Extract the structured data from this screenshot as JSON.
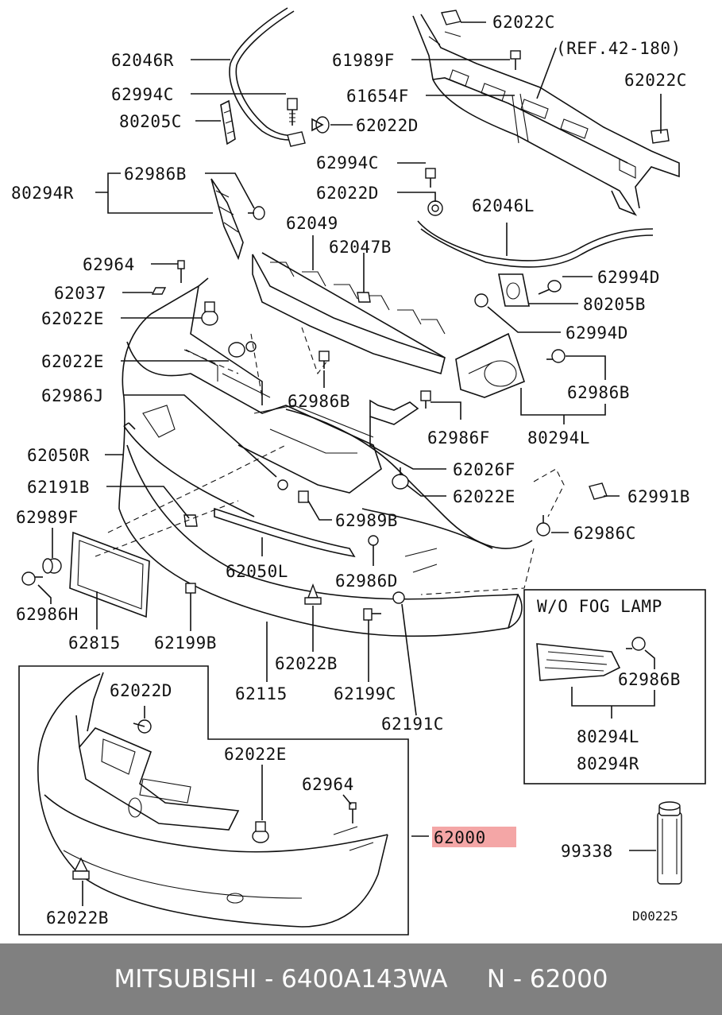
{
  "labels": {
    "l62022C_top": "62022C",
    "lref": "(REF.42-180)",
    "l62046R": "62046R",
    "l61989F": "61989F",
    "l62994C_a": "62994C",
    "l61654F": "61654F",
    "l62022C_r": "62022C",
    "l80205C": "80205C",
    "l62022D_a": "62022D",
    "l62994C_b": "62994C",
    "l62986B_a": "62986B",
    "l80294R": "80294R",
    "l62022D_b": "62022D",
    "l62046L": "62046L",
    "l62049": "62049",
    "l62047B": "62047B",
    "l62964_a": "62964",
    "l62994D_a": "62994D",
    "l62037": "62037",
    "l80205B": "80205B",
    "l62022E_a": "62022E",
    "l62994D_b": "62994D",
    "l62022E_b": "62022E",
    "l62986B_b": "62986B",
    "l62986B_c": "62986B",
    "l62986J": "62986J",
    "l62986F": "62986F",
    "l80294L_a": "80294L",
    "l62050R": "62050R",
    "l62026F": "62026F",
    "l62191B": "62191B",
    "l62022E_c": "62022E",
    "l62991B": "62991B",
    "l62989F": "62989F",
    "l62989B": "62989B",
    "l62986C": "62986C",
    "l62050L": "62050L",
    "l62986D": "62986D",
    "l62986H": "62986H",
    "l62815": "62815",
    "l62199B": "62199B",
    "l62022B_a": "62022B",
    "l62115": "62115",
    "l62199C": "62199C",
    "l62191C": "62191C",
    "l62022D_c": "62022D",
    "l62022E_d": "62022E",
    "l62964_b": "62964",
    "l62000": "62000",
    "l62022B_b": "62022B",
    "lwofog": "W/O FOG LAMP",
    "l62986B_d": "62986B",
    "l80294L_b": "80294L",
    "l80294R_b": "80294R",
    "l99338": "99338",
    "ld00225": "D00225"
  },
  "highlight_color": "#f4a6a6",
  "footer": {
    "text": "MITSUBISHI - 6400A143WA     N - 62000",
    "background": "#808080",
    "color": "#ffffff"
  }
}
